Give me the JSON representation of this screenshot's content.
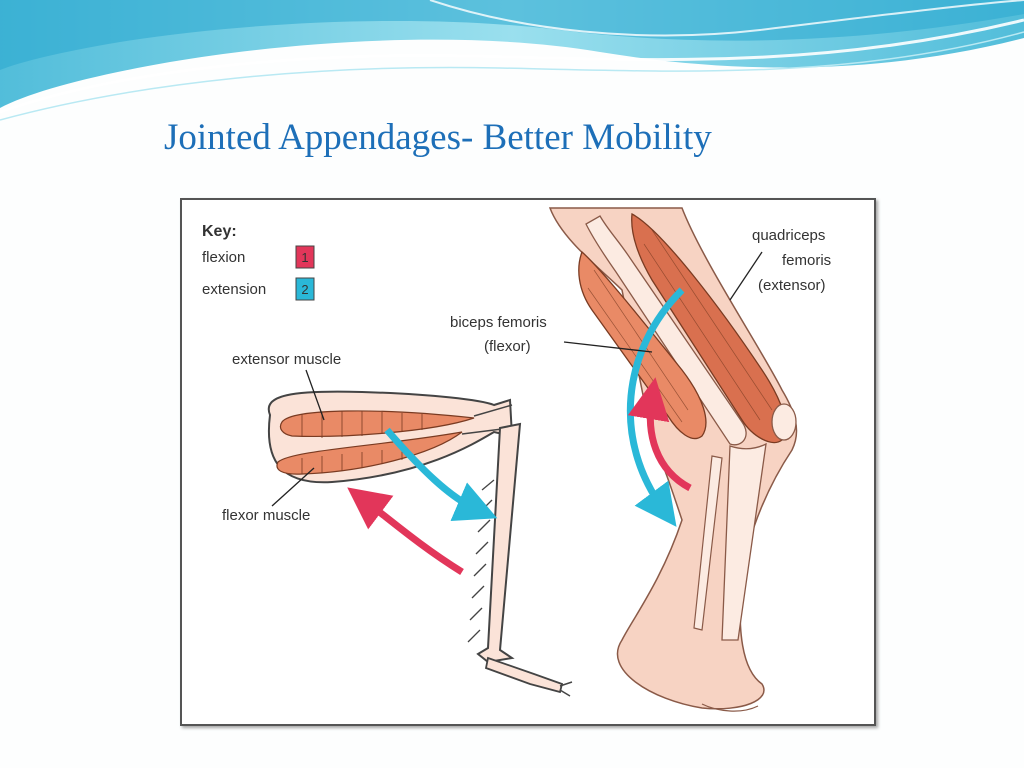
{
  "slide": {
    "title": "Jointed Appendages- Better Mobility"
  },
  "colors": {
    "title": "#1d6fb8",
    "flexion": "#e2365a",
    "extension": "#2ab8d8",
    "muscle": "#e98a66",
    "skin": "#f7d3c3",
    "wave": "#5ec6e0"
  },
  "key": {
    "title": "Key:",
    "flexion_label": "flexion",
    "flexion_number": "1",
    "extension_label": "extension",
    "extension_number": "2"
  },
  "labels": {
    "extensor_muscle": "extensor muscle",
    "flexor_muscle": "flexor muscle",
    "biceps_line1": "biceps femoris",
    "biceps_line2": "(flexor)",
    "quad_line1": "quadriceps",
    "quad_line2": "femoris",
    "quad_line3": "(extensor)"
  }
}
